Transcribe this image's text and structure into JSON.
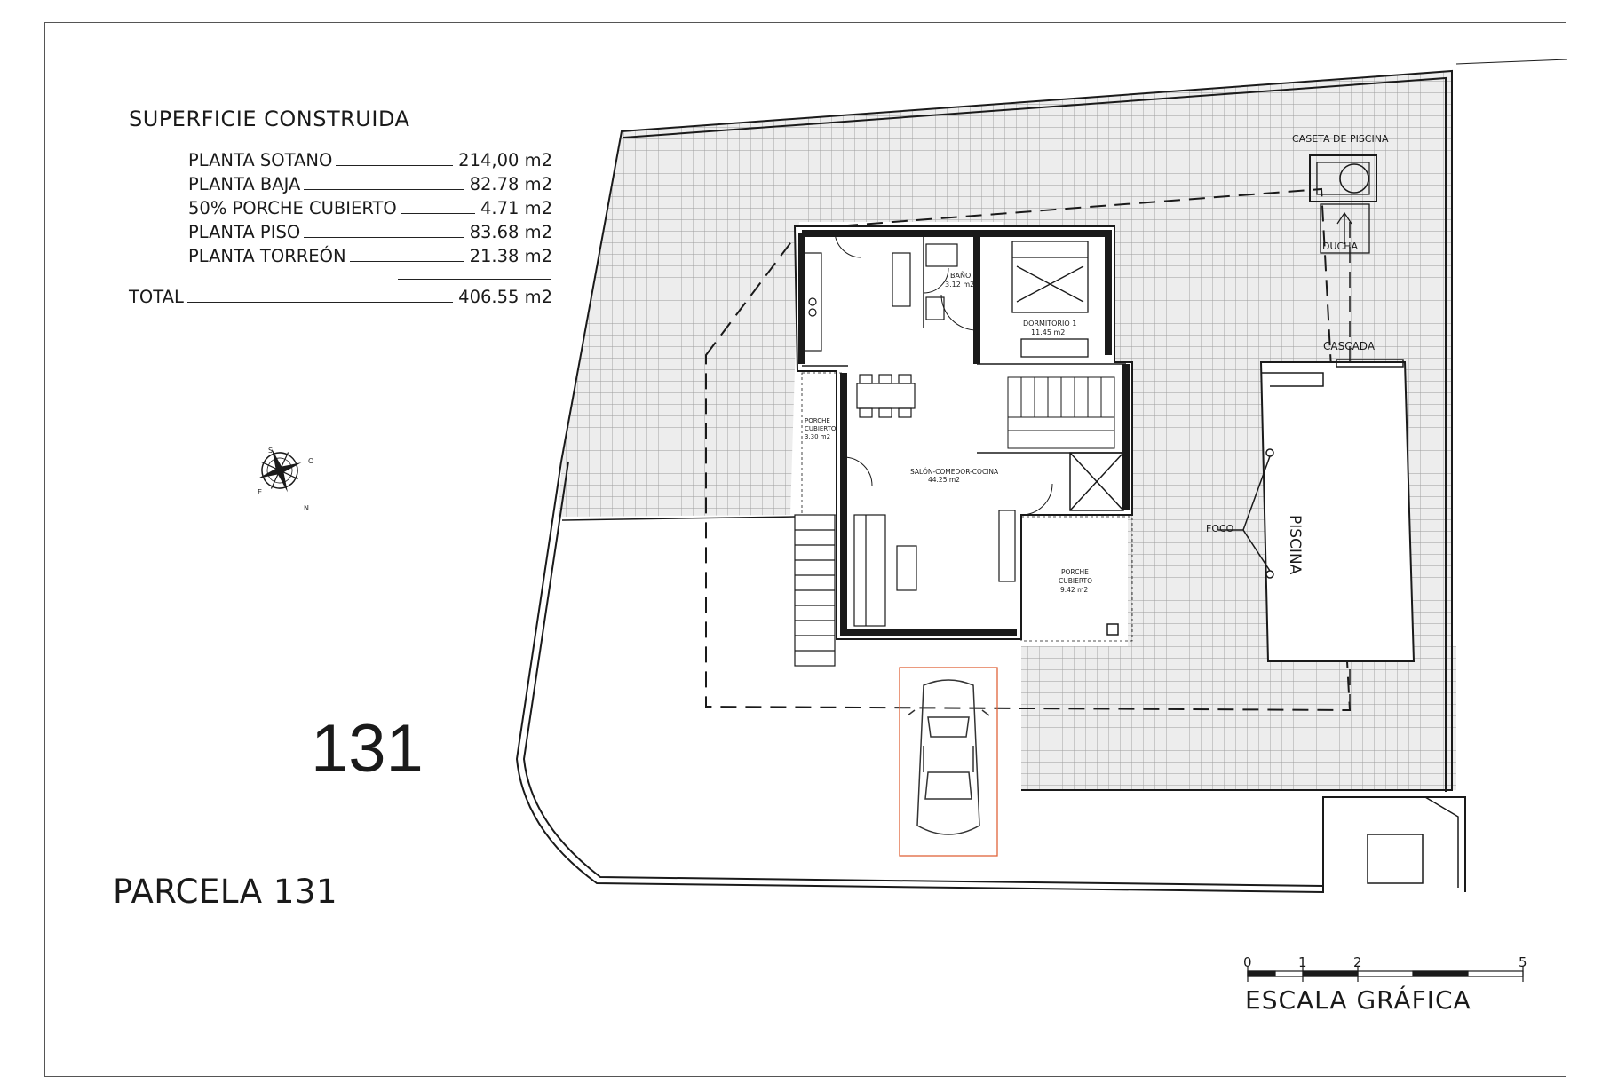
{
  "surface": {
    "title": "SUPERFICIE CONSTRUIDA",
    "rows": [
      {
        "label": "PLANTA SOTANO",
        "value": "214,00 m2"
      },
      {
        "label": "PLANTA BAJA",
        "value": "82.78 m2"
      },
      {
        "label": "50% PORCHE CUBIERTO",
        "value": "4.71 m2"
      },
      {
        "label": "PLANTA PISO",
        "value": "83.68 m2"
      },
      {
        "label": "PLANTA TORREÓN",
        "value": "21.38 m2"
      }
    ],
    "total_label": "TOTAL",
    "total_value": "406.55 m2"
  },
  "plot_number": "131",
  "parcel_label": "PARCELA 131",
  "rooms": {
    "caseta": "CASETA DE PISCINA",
    "ducha": "DUCHA",
    "cascada": "CASCADA",
    "piscina": "PISCINA",
    "foco": "FOCO",
    "bano_name": "BAÑO",
    "bano_area": "3.12 m2",
    "dorm_name": "DORMITORIO 1",
    "dorm_area": "11.45 m2",
    "porche1_name_a": "PORCHE",
    "porche1_name_b": "CUBIERTO",
    "porche1_area": "3.30 m2",
    "salon_name": "SALÓN-COMEDOR-COCINA",
    "salon_area": "44.25 m2",
    "porche2_name_a": "PORCHE",
    "porche2_name_b": "CUBIERTO",
    "porche2_area": "9.42 m2"
  },
  "compass": {
    "n": "N",
    "s": "S",
    "e": "E",
    "o": "O"
  },
  "scale": {
    "title": "ESCALA GRÁFICA",
    "ticks": [
      "0",
      "1",
      "2",
      "5"
    ]
  },
  "colors": {
    "lines": "#1a1a1a",
    "paving_grid": "#9a9a9a",
    "paving_fill": "#ececec",
    "parking_outline": "#e0643a"
  }
}
